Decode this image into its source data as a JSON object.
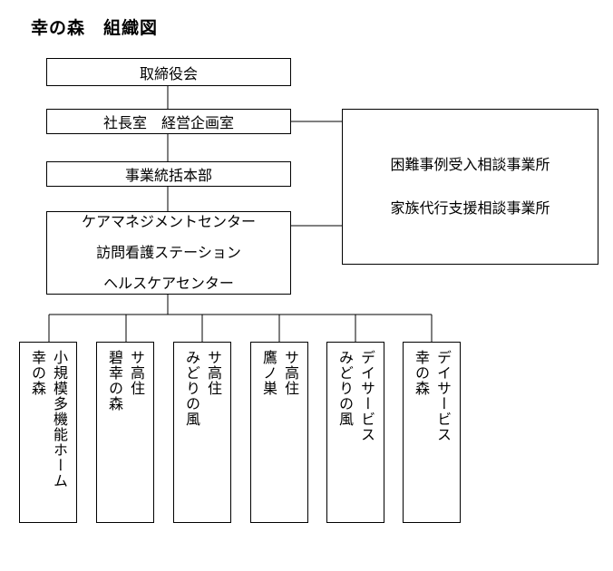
{
  "title": "幸の森　組織図",
  "nodes": {
    "board": "取締役会",
    "president_office": "社長室　経営企画室",
    "hq": "事業統括本部",
    "centers": [
      "ケアマネジメントセンター",
      "訪問看護ステーション",
      "ヘルスケアセンター"
    ],
    "consultation": [
      "困難事例受入相談事業所",
      "家族代行支援相談事業所"
    ]
  },
  "facilities": [
    {
      "lines": [
        "小規模多機能ホーム",
        "幸の森"
      ]
    },
    {
      "lines": [
        "サ高住",
        "碧幸の森"
      ]
    },
    {
      "lines": [
        "サ高住",
        "みどりの風"
      ]
    },
    {
      "lines": [
        "サ高住",
        "鷹ノ巣"
      ]
    },
    {
      "lines": [
        "デイサービス",
        "みどりの風"
      ]
    },
    {
      "lines": [
        "デイサービス",
        "幸の森"
      ]
    }
  ]
}
